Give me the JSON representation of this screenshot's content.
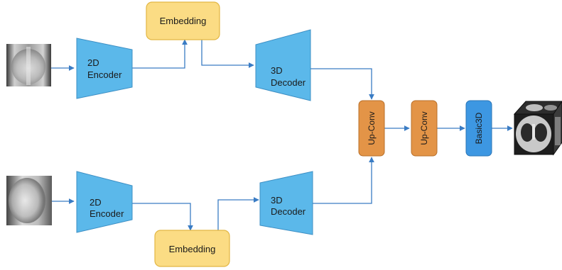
{
  "embedding_top": {
    "label": "Embedding"
  },
  "embedding_bottom": {
    "label": "Embedding"
  },
  "encoder_top": {
    "line1": "2D",
    "line2": "Encoder"
  },
  "encoder_bottom": {
    "line1": "2D",
    "line2": "Encoder"
  },
  "decoder_top": {
    "line1": "3D",
    "line2": "Decoder"
  },
  "decoder_bottom": {
    "line1": "3D",
    "line2": "Decoder"
  },
  "upconv_1": {
    "label": "Up-Conv"
  },
  "upconv_2": {
    "label": "Up-Conv"
  },
  "basic3d": {
    "label": "Basic3D"
  },
  "colors": {
    "trapezoid_fill": "#5bb8ea",
    "trapezoid_stroke": "#3d8fc4",
    "embedding_fill": "#fbdc84",
    "embedding_stroke": "#e2b643",
    "upconv_fill": "#e39447",
    "upconv_stroke": "#b8702b",
    "basic3d_fill": "#3d97e2",
    "basic3d_stroke": "#2a74b5",
    "arrow": "#3a7cc4"
  }
}
